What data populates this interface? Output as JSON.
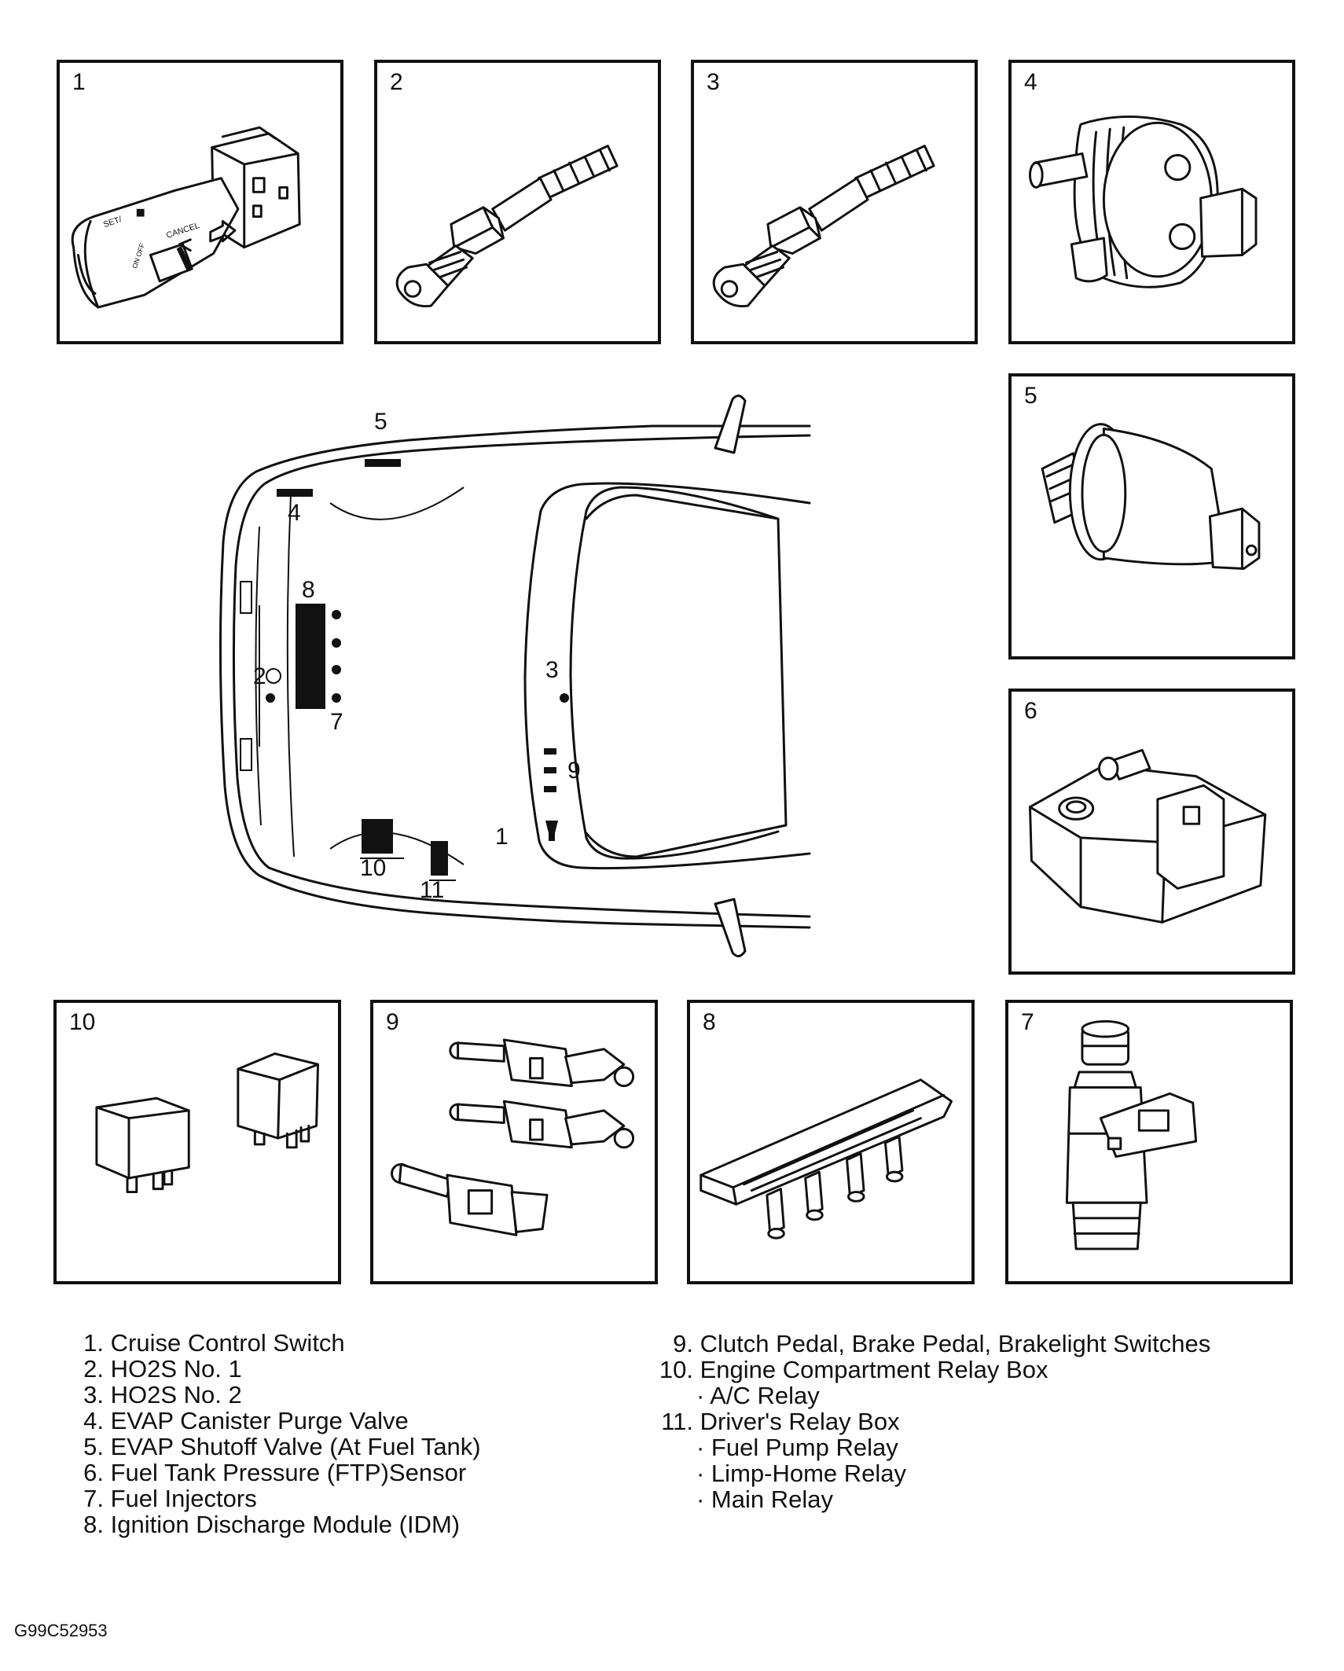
{
  "panels": [
    {
      "id": "1",
      "label": "1"
    },
    {
      "id": "2",
      "label": "2"
    },
    {
      "id": "3",
      "label": "3"
    },
    {
      "id": "4",
      "label": "4"
    },
    {
      "id": "5",
      "label": "5"
    },
    {
      "id": "6",
      "label": "6"
    },
    {
      "id": "7",
      "label": "7"
    },
    {
      "id": "8",
      "label": "8"
    },
    {
      "id": "9",
      "label": "9"
    },
    {
      "id": "10",
      "label": "10"
    }
  ],
  "switch_markings": {
    "set": "SET/",
    "cancel": "CANCEL",
    "mode": "ON OFF"
  },
  "car_callouts": [
    "1",
    "2",
    "3",
    "4",
    "5",
    "7",
    "8",
    "9",
    "10",
    "11"
  ],
  "legend_left": [
    {
      "num": "1.",
      "text": "Cruise Control Switch"
    },
    {
      "num": "2.",
      "text": "HO2S No. 1"
    },
    {
      "num": "3.",
      "text": "HO2S No. 2"
    },
    {
      "num": "4.",
      "text": "EVAP Canister Purge Valve"
    },
    {
      "num": "5.",
      "text": "EVAP Shutoff Valve (At Fuel Tank)"
    },
    {
      "num": "6.",
      "text": "Fuel Tank Pressure (FTP)Sensor"
    },
    {
      "num": "7.",
      "text": "Fuel Injectors"
    },
    {
      "num": "8.",
      "text": "Ignition Discharge Module (IDM)"
    }
  ],
  "legend_right": [
    {
      "num": "9.",
      "text": "Clutch Pedal, Brake Pedal, Brakelight Switches"
    },
    {
      "num": "10.",
      "text": "Engine Compartment Relay Box"
    },
    {
      "sub": "· A/C Relay"
    },
    {
      "num": "11.",
      "text": "Driver's Relay Box"
    },
    {
      "sub": "· Fuel Pump Relay"
    },
    {
      "sub": "· Limp-Home Relay"
    },
    {
      "sub": "· Main Relay"
    }
  ],
  "figure_id": "G99C52953"
}
